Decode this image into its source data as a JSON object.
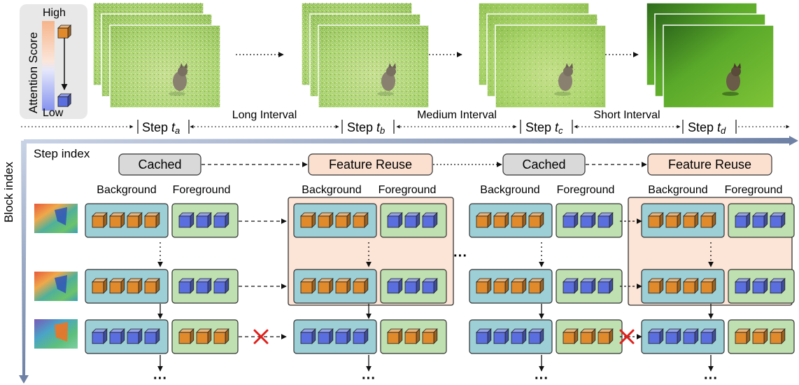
{
  "legend": {
    "axis_label": "Attention Score",
    "high_label": "High",
    "low_label": "Low"
  },
  "timeline": {
    "steps": [
      {
        "label": "Step ",
        "sub": "a"
      },
      {
        "label": "Step ",
        "sub": "b"
      },
      {
        "label": "Step ",
        "sub": "c"
      },
      {
        "label": "Step ",
        "sub": "d"
      }
    ],
    "intervals": [
      "Long Interval",
      "Medium Interval",
      "Short Interval"
    ]
  },
  "axes": {
    "step_axis": "Step index",
    "block_axis": "Block index"
  },
  "modes": [
    "Cached",
    "Feature Reuse",
    "Cached",
    "Feature Reuse"
  ],
  "region_labels": {
    "background": "Background",
    "foreground": "Foreground"
  },
  "ellipsis": "···",
  "colors": {
    "high_cube": "#e08a2c",
    "low_cube": "#5b6ee0",
    "background_region": "#9ccfd6",
    "foreground_region": "#bfe0b0",
    "cached_pill": "#d9d9d9",
    "reuse_pill": "#fbe0d0",
    "reuse_panel": "#fce4d6",
    "cross": "#e0201b"
  },
  "rows": [
    {
      "background": [
        "high",
        "high",
        "high",
        "high"
      ],
      "foreground": [
        "low",
        "low",
        "low"
      ],
      "skip_link": false
    },
    {
      "background": [
        "high",
        "high",
        "high",
        "high"
      ],
      "foreground": [
        "low",
        "low",
        "low"
      ],
      "skip_link": false
    },
    {
      "background": [
        "low",
        "low",
        "low",
        "low"
      ],
      "foreground": [
        "high",
        "high",
        "high"
      ],
      "skip_link": true
    }
  ]
}
